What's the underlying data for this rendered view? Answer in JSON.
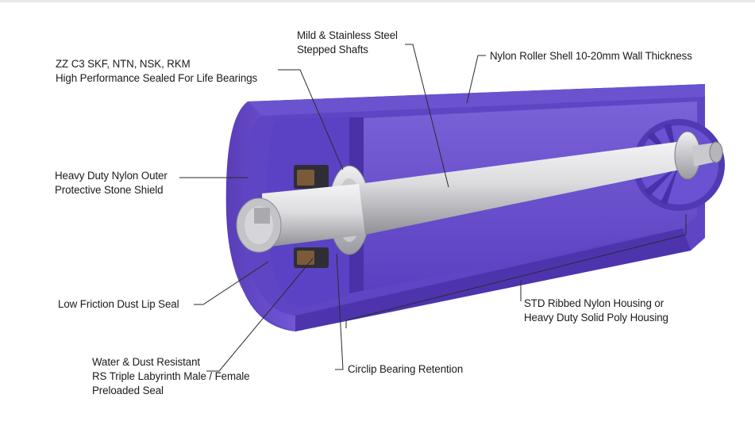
{
  "diagram": {
    "callouts": [
      {
        "id": "shafts",
        "lines": [
          "Mild & Stainless Steel",
          "Stepped Shafts"
        ]
      },
      {
        "id": "shell",
        "lines": [
          "Nylon Roller Shell 10-20mm Wall Thickness"
        ]
      },
      {
        "id": "bearings",
        "lines": [
          "ZZ C3 SKF, NTN, NSK, RKM",
          "High Performance Sealed For Life Bearings"
        ]
      },
      {
        "id": "stone-shield",
        "lines": [
          "Heavy Duty Nylon Outer",
          "Protective Stone Shield"
        ]
      },
      {
        "id": "lip-seal",
        "lines": [
          "Low Friction Dust Lip Seal"
        ]
      },
      {
        "id": "labyrinth-seal",
        "lines": [
          "Water & Dust Resistant",
          "RS Triple Labyrinth Male / Female",
          "Preloaded Seal"
        ]
      },
      {
        "id": "circlip",
        "lines": [
          "Circlip Bearing Retention"
        ]
      },
      {
        "id": "housing",
        "lines": [
          "STD Ribbed Nylon Housing or",
          "Heavy Duty Solid Poly Housing"
        ]
      }
    ],
    "colors": {
      "shell": "#6a4fc9",
      "shell_dark": "#3a2a95",
      "shaft": "#d9d9dc",
      "leader": "#2a2a2a",
      "text": "#1b1b1b"
    }
  }
}
